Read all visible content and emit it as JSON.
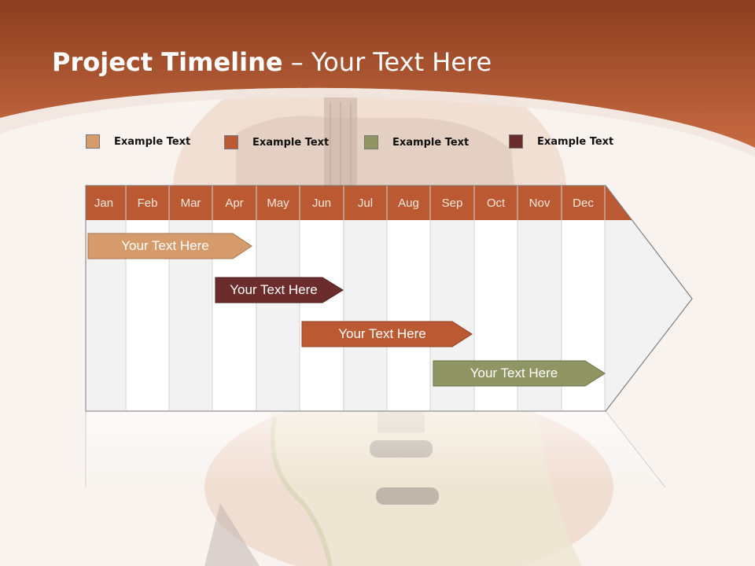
{
  "slide": {
    "title_bold": "Project Timeline",
    "title_rest": " – Your Text Here"
  },
  "legend": [
    {
      "label": "Example Text",
      "color": "#d59b6a"
    },
    {
      "label": "Example Text",
      "color": "#bb5a32"
    },
    {
      "label": "Example Text",
      "color": "#8f9563"
    },
    {
      "label": "Example Text",
      "color": "#6c2c2c"
    }
  ],
  "timeline": {
    "months": [
      "Jan",
      "Feb",
      "Mar",
      "Apr",
      "May",
      "Jun",
      "Jul",
      "Aug",
      "Sep",
      "Oct",
      "Nov",
      "Dec"
    ],
    "header_color": "#bb5a32",
    "tasks": [
      {
        "label": "Your  Text Here",
        "color": "#d59b6a",
        "start_month": "Jan",
        "end_month": "Apr"
      },
      {
        "label": "Your  Text Here",
        "color": "#6c2c2c",
        "start_month": "Apr",
        "end_month": "Jun"
      },
      {
        "label": "Your  Text Here",
        "color": "#bb5a32",
        "start_month": "Jun",
        "end_month": "Sep"
      },
      {
        "label": "Your  Text Here",
        "color": "#8f9563",
        "start_month": "Sep",
        "end_month": "Dec"
      }
    ]
  }
}
